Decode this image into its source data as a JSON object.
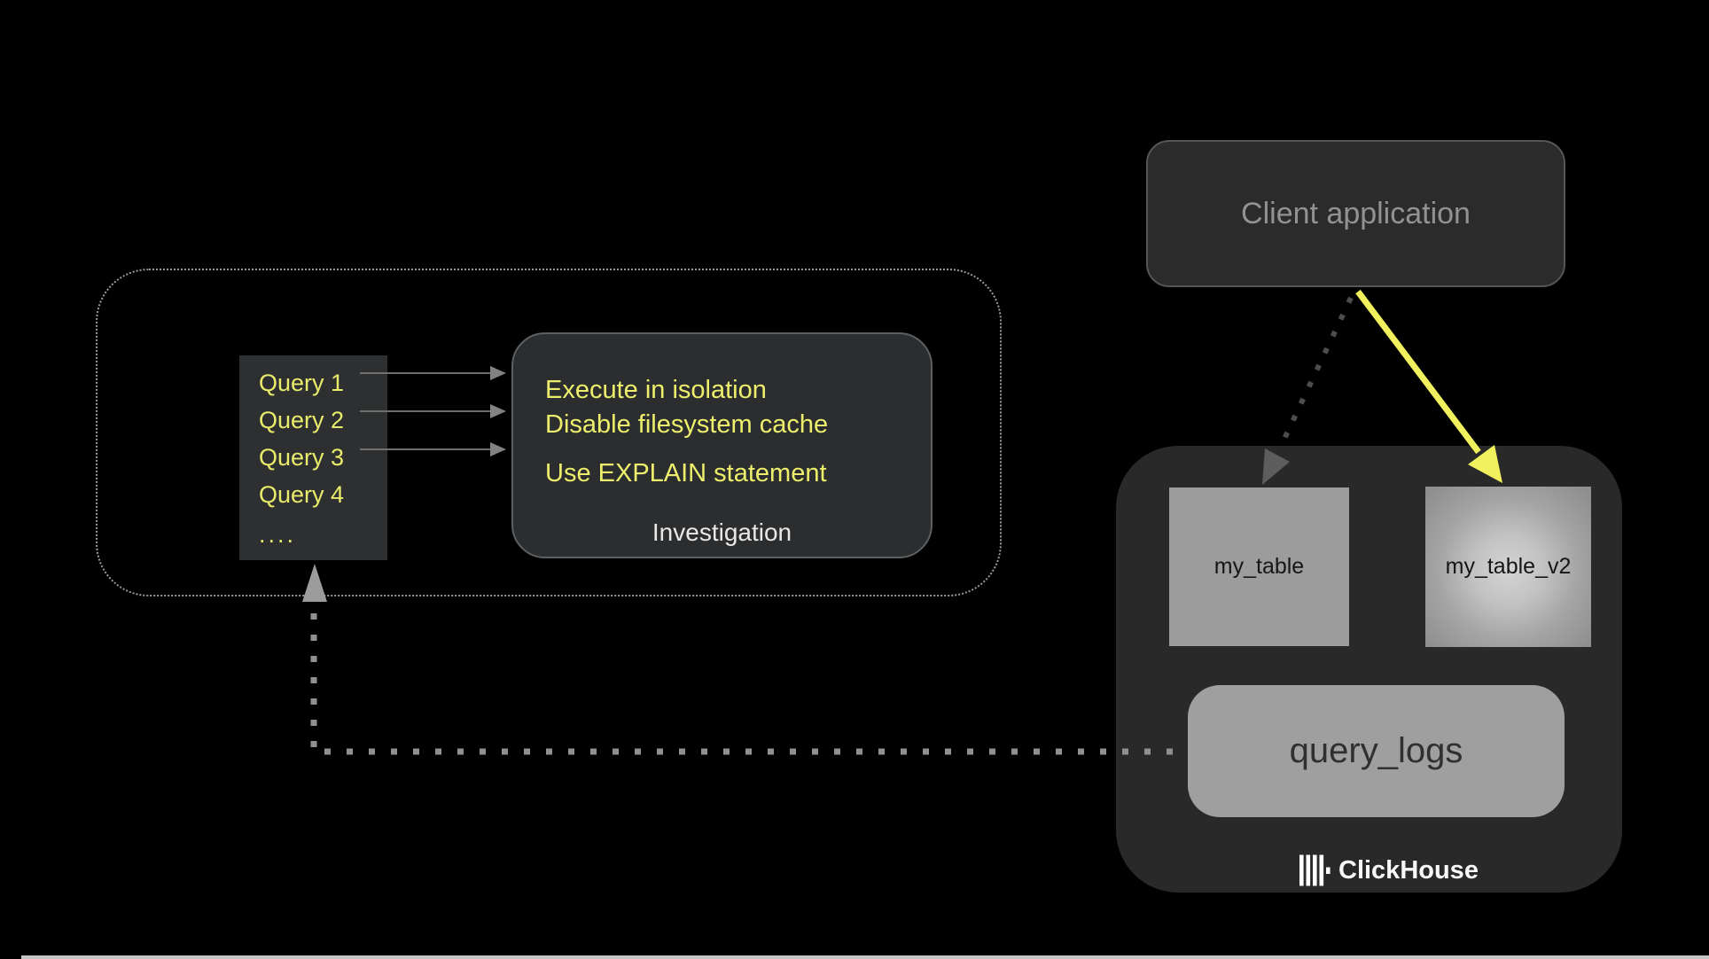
{
  "diagram": {
    "investigation_flow": {
      "query_list": [
        "Query 1",
        "Query 2",
        "Query 3",
        "Query 4",
        "...."
      ],
      "checklist": [
        "Execute in isolation",
        "Disable filesystem cache",
        "Use EXPLAIN statement"
      ],
      "box_label": "Investigation"
    },
    "client": {
      "label": "Client application"
    },
    "clickhouse": {
      "table_a": "my_table",
      "table_b": "my_table_v2",
      "logs_table": "query_logs",
      "brand": "ClickHouse"
    }
  },
  "colors": {
    "yellow_text": "#e9eb6b",
    "yellow_arrow": "#f2f05c",
    "gray_arrow": "#909090",
    "dark_dotted_arrow": "#4d4d4d",
    "panel_dark": "#2b2d2e",
    "container_dark": "#292929",
    "table_gray": "#9c9c9c"
  }
}
